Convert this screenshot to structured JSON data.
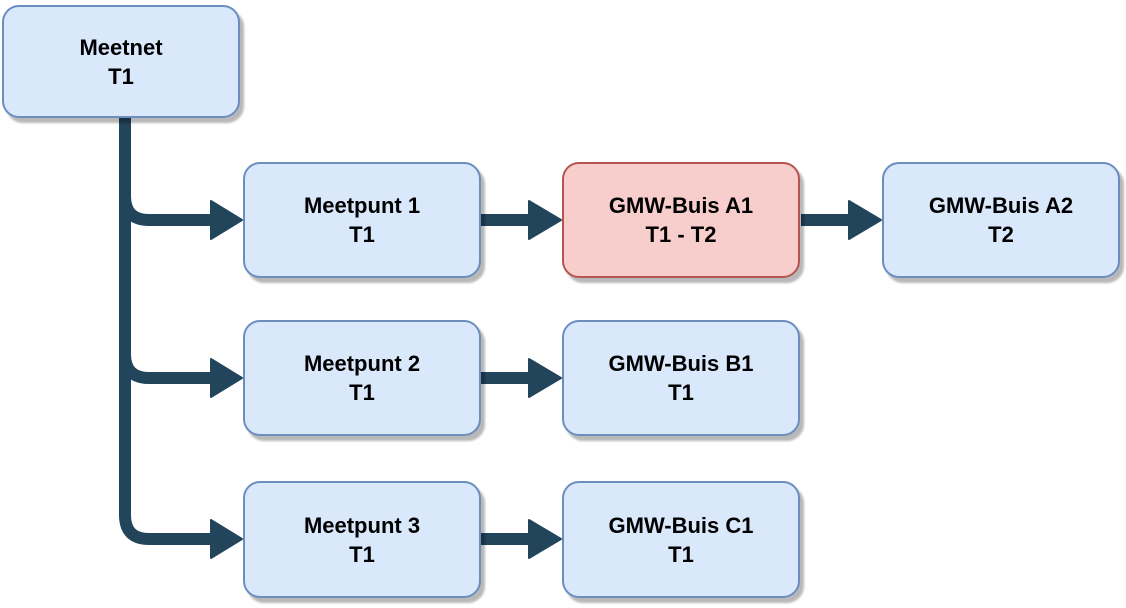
{
  "diagram": {
    "type": "tree-flowchart",
    "background": "#ffffff",
    "colors": {
      "blue_fill": "#dae8fc",
      "blue_border": "#6c8ebf",
      "red_fill": "#f8cecc",
      "red_border": "#b85450",
      "connector": "#23455c",
      "text": "#000000"
    },
    "nodes": {
      "meetnet": {
        "line1": "Meetnet",
        "line2": "T1",
        "style": "blue"
      },
      "meetpunt1": {
        "line1": "Meetpunt 1",
        "line2": "T1",
        "style": "blue"
      },
      "gmw_a1": {
        "line1": "GMW-Buis A1",
        "line2": "T1 - T2",
        "style": "red"
      },
      "gmw_a2": {
        "line1": "GMW-Buis A2",
        "line2": "T2",
        "style": "blue"
      },
      "meetpunt2": {
        "line1": "Meetpunt 2",
        "line2": "T1",
        "style": "blue"
      },
      "gmw_b1": {
        "line1": "GMW-Buis B1",
        "line2": "T1",
        "style": "blue"
      },
      "meetpunt3": {
        "line1": "Meetpunt 3",
        "line2": "T1",
        "style": "blue"
      },
      "gmw_c1": {
        "line1": "GMW-Buis C1",
        "line2": "T1",
        "style": "blue"
      }
    },
    "edges": [
      {
        "from": "Meetnet T1",
        "to": "Meetpunt 1 T1"
      },
      {
        "from": "Meetnet T1",
        "to": "Meetpunt 2 T1"
      },
      {
        "from": "Meetnet T1",
        "to": "Meetpunt 3 T1"
      },
      {
        "from": "Meetpunt 1 T1",
        "to": "GMW-Buis A1 T1 - T2"
      },
      {
        "from": "GMW-Buis A1 T1 - T2",
        "to": "GMW-Buis A2 T2"
      },
      {
        "from": "Meetpunt 2 T1",
        "to": "GMW-Buis B1 T1"
      },
      {
        "from": "Meetpunt 3 T1",
        "to": "GMW-Buis C1 T1"
      }
    ]
  }
}
